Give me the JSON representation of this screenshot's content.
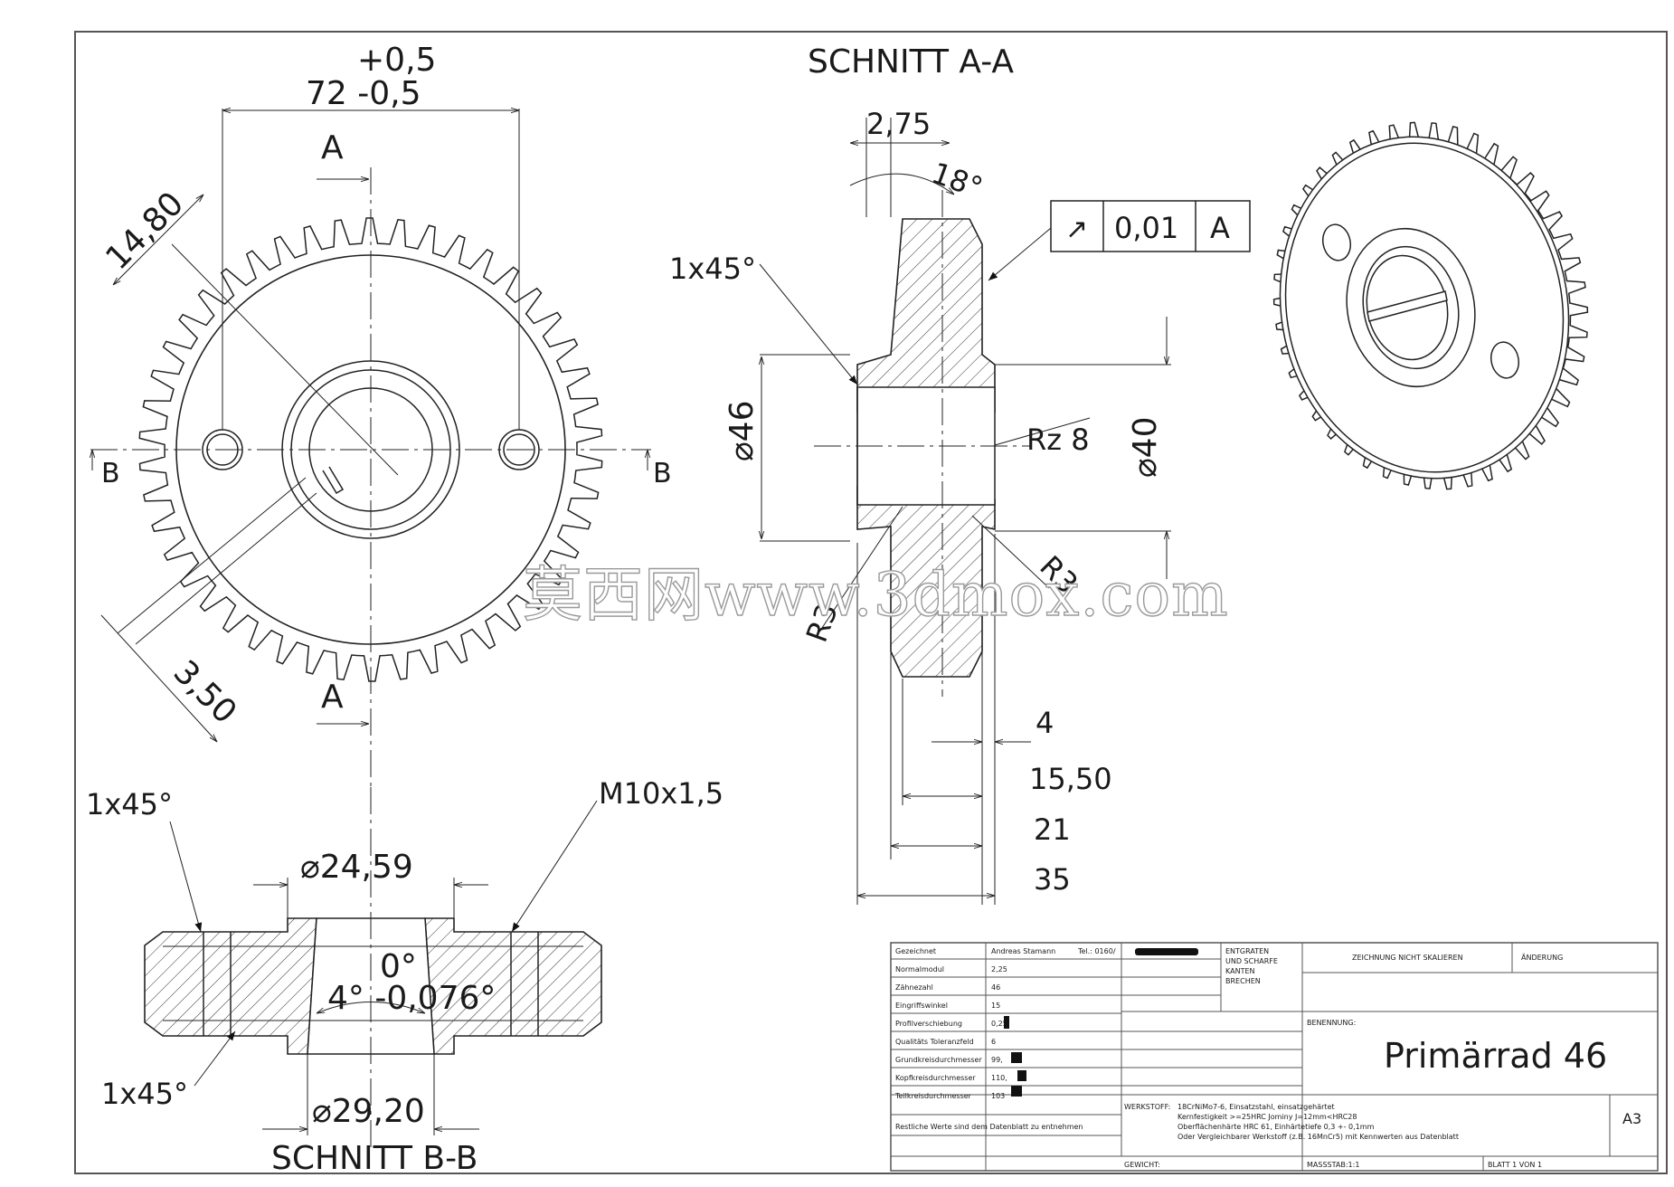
{
  "drawing": {
    "section_a_title": "SCHNITT A-A",
    "section_b_title": "SCHNITT B-B",
    "front_view": {
      "dim_tol_upper": "+0,5",
      "dim_width": "72  -0,5",
      "cut_a_top": "A",
      "cut_a_bottom": "A",
      "cut_b_left": "B",
      "cut_b_right": "B",
      "dim_14_80": "14,80",
      "dim_3_50": "3,50"
    },
    "section_a": {
      "dim_2_75": "2,75",
      "angle_18": "18°",
      "chamfer": "1x45°",
      "tol_symbol": "↗",
      "tol_value": "0,01",
      "tol_datum": "A",
      "dia_46": "46",
      "dia_40": "40",
      "rz8": "Rz 8",
      "r3_left": "R3",
      "r3_right": "R3",
      "dim_4": "4",
      "dim_15_50": "15,50",
      "dim_21": "21",
      "dim_35": "35"
    },
    "section_b": {
      "chamfer_top": "1x45°",
      "chamfer_bottom": "1x45°",
      "thread": "M10x1,5",
      "dia_24_59": "24,59",
      "dia_29_20": "29,20",
      "angle_0": "0°",
      "angle_tol": "4°  -0,076°"
    },
    "watermark": "莫西网www.3dmox.com"
  },
  "title_block": {
    "rows": [
      {
        "label": "Gezeichnet",
        "value": "Andreas Stamann",
        "extra": "Tel.: 0160/"
      },
      {
        "label": "Normalmodul",
        "value": "2,25"
      },
      {
        "label": "Zähnezahl",
        "value": "46"
      },
      {
        "label": "Eingriffswinkel",
        "value": "15"
      },
      {
        "label": "Profilverschiebung",
        "value": "0,25"
      },
      {
        "label": "Qualitäts Toleranzfeld",
        "value": "6"
      },
      {
        "label": "Grundkreisdurchmesser",
        "value": "99,"
      },
      {
        "label": "Kopfkreisdurchmesser",
        "value": "110,"
      },
      {
        "label": "Teilkreisdurchmesser",
        "value": "103"
      }
    ],
    "note_remaining": "Restliche Werte sind dem Datenblatt zu entnehmen",
    "deburr": [
      "ENTGRATEN",
      "UND SCHARFE",
      "KANTEN",
      "BRECHEN"
    ],
    "no_scale": "ZEICHNUNG NICHT SKALIEREN",
    "change": "ÄNDERUNG",
    "name_label": "BENENNUNG:",
    "part_name": "Primärrad 46",
    "material_label": "WERKSTOFF:",
    "material_lines": [
      "18CrNiMo7-6, Einsatzstahl, einsatzgehärtet",
      "Kernfestigkeit >=25HRC Jominy J=12mm<HRC28",
      "Oberflächenhärte HRC 61, Einhärtetiefe 0,3 +- 0,1mm",
      "Oder Vergleichbarer Werkstoff (z.B. 16MnCr5) mit Kennwerten aus Datenblatt"
    ],
    "weight_label": "GEWICHT:",
    "scale": "MASSSTAB:1:1",
    "sheet": "BLATT 1 VON 1",
    "format": "A3"
  }
}
